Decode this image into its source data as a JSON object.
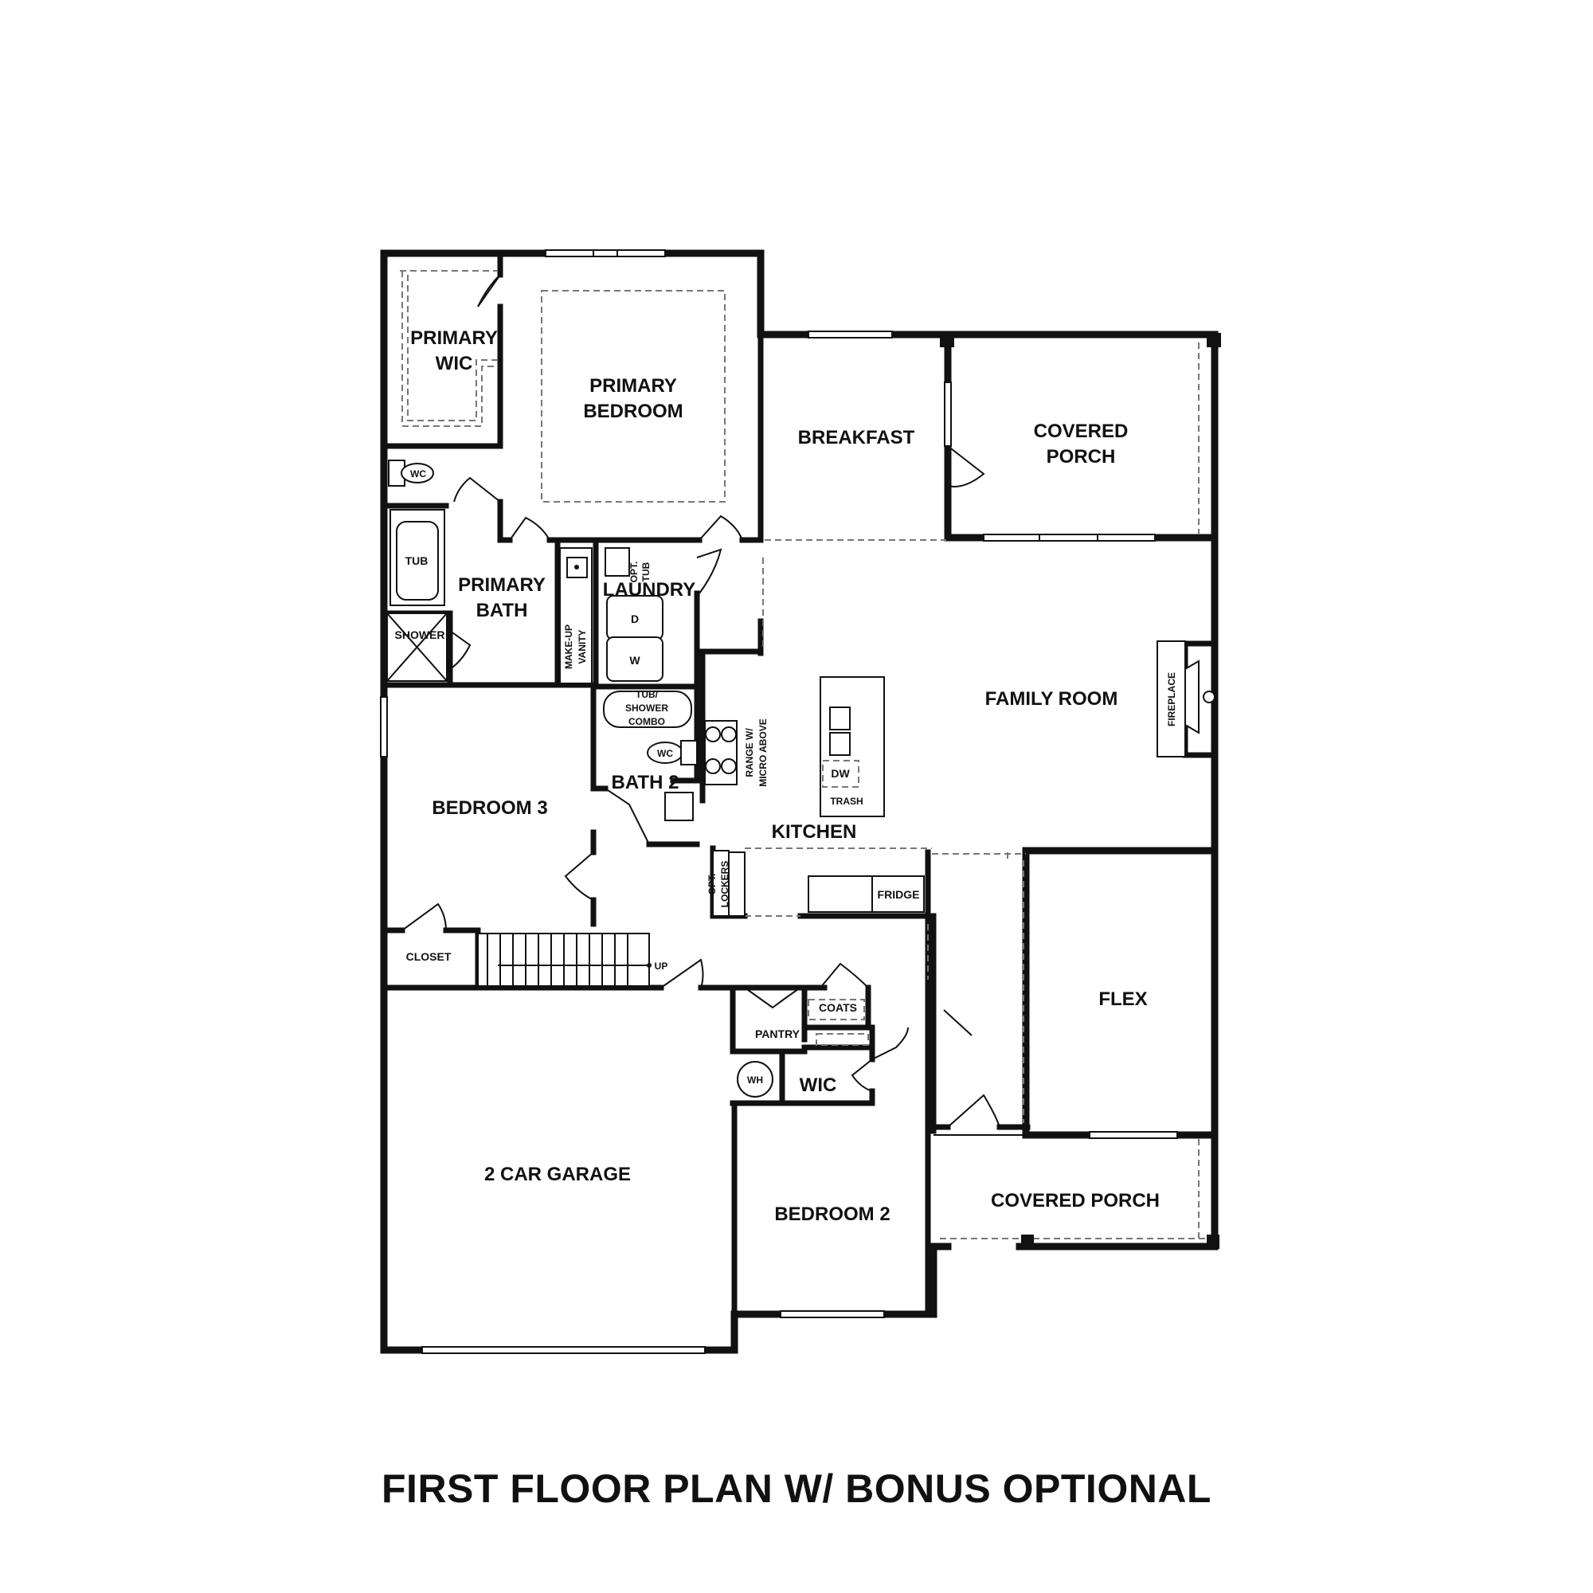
{
  "title": "FIRST FLOOR PLAN W/ BONUS OPTIONAL",
  "rooms": {
    "primary_wic": [
      "PRIMARY",
      "WIC"
    ],
    "primary_bedroom": [
      "PRIMARY",
      "BEDROOM"
    ],
    "breakfast": "BREAKFAST",
    "covered_porch_rear": [
      "COVERED",
      "PORCH"
    ],
    "primary_bath": [
      "PRIMARY",
      "BATH"
    ],
    "laundry": "LAUNDRY",
    "family_room": "FAMILY ROOM",
    "bedroom_3": "BEDROOM 3",
    "bath_2": "BATH 2",
    "kitchen": "KITCHEN",
    "closet": "CLOSET",
    "flex": "FLEX",
    "pantry": "PANTRY",
    "coats": "COATS",
    "wic": "WIC",
    "garage": "2 CAR GARAGE",
    "bedroom_2": "BEDROOM 2",
    "covered_porch_front": "COVERED PORCH"
  },
  "fixtures": {
    "wc_primary": "WC",
    "tub": "TUB",
    "shower": "SHOWER",
    "make_up_vanity": [
      "MAKE-UP",
      "VANITY"
    ],
    "opt_tub": [
      "OPT.",
      "TUB"
    ],
    "dryer": "D",
    "washer": "W",
    "tub_shower_combo": [
      "TUB/",
      "SHOWER",
      "COMBO"
    ],
    "wc_bath2": "WC",
    "range": [
      "RANGE W/",
      "MICRO ABOVE"
    ],
    "dw": "DW",
    "trash": "TRASH",
    "fireplace": "FIREPLACE",
    "opt_lockers": [
      "OPT.",
      "LOCKERS"
    ],
    "fridge": "FRIDGE",
    "stairs_up": "UP",
    "water_heater": "WH"
  }
}
